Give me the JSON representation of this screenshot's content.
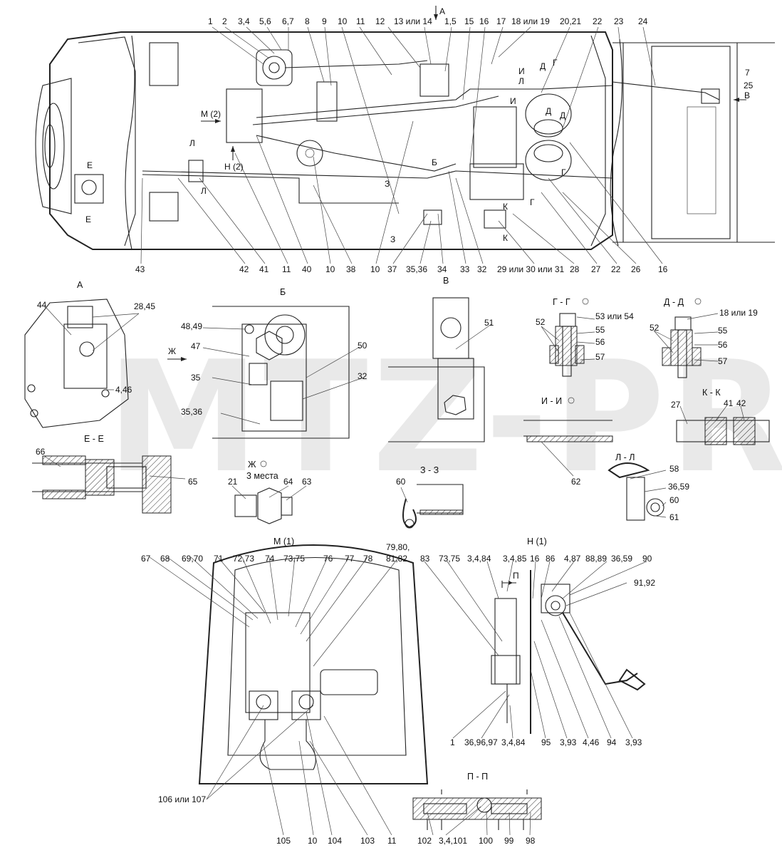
{
  "watermark": "MTZ-PRO",
  "main_view": {
    "top_labels": [
      "1",
      "2",
      "3,4",
      "5,6",
      "6,7",
      "8",
      "9",
      "10",
      "11",
      "12",
      "13 или 14",
      "1,5",
      "15",
      "16",
      "17",
      "18 или 19",
      "20,21",
      "22",
      "23",
      "24"
    ],
    "view_arrow_a": "А",
    "right_labels": [
      "7",
      "25",
      "В"
    ],
    "bottom_labels": [
      "43",
      "42",
      "41",
      "11",
      "40",
      "10",
      "38",
      "10",
      "37",
      "35,36",
      "34",
      "33",
      "32",
      "29 или 30 или 31",
      "28",
      "27",
      "22",
      "26",
      "16"
    ],
    "section_marks": [
      "Е",
      "Е",
      "Л",
      "Л",
      "З",
      "З",
      "Б",
      "К",
      "К",
      "Г",
      "Г",
      "Д",
      "Д",
      "И",
      "И",
      "Г",
      "Д",
      "Л"
    ],
    "ref_m": "М (2)",
    "ref_n": "Н (2)"
  },
  "views": {
    "a": {
      "title": "А",
      "labels": [
        "44",
        "28,45",
        "4,46"
      ]
    },
    "b": {
      "title": "Б",
      "labels": [
        "48,49",
        "Ж",
        "47",
        "50",
        "35",
        "32",
        "35,36"
      ]
    },
    "v": {
      "title": "В",
      "labels": [
        "51"
      ]
    },
    "gg": {
      "title": "Г - Г",
      "labels": [
        "53 или 54",
        "52",
        "55",
        "56",
        "57"
      ]
    },
    "dd": {
      "title": "Д - Д",
      "labels": [
        "18 или 19",
        "52",
        "55",
        "56",
        "57"
      ]
    },
    "ii": {
      "title": "И - И",
      "labels": [
        "62"
      ]
    },
    "kk": {
      "title": "К - К",
      "labels": [
        "27",
        "41",
        "42"
      ]
    },
    "ll": {
      "title": "Л - Л",
      "labels": [
        "58",
        "36,59",
        "60",
        "61"
      ]
    },
    "ee": {
      "title": "Е - Е",
      "labels": [
        "66",
        "65"
      ]
    },
    "zh": {
      "title": "Ж",
      "subtitle": "3 места",
      "labels": [
        "21",
        "64",
        "63"
      ]
    },
    "zz": {
      "title": "З - З",
      "labels": [
        "60"
      ]
    },
    "m1": {
      "title": "М (1)",
      "labels": [
        "67",
        "68",
        "69,70",
        "71",
        "72,73",
        "74",
        "73,75",
        "76",
        "77",
        "78",
        "79,80,",
        "81,82",
        "106 или 107",
        "105",
        "10",
        "104",
        "103",
        "11"
      ]
    },
    "n1": {
      "title": "Н (1)",
      "labels": [
        "83",
        "73,75",
        "3,4,84",
        "3,4,85",
        "16",
        "86",
        "4,87",
        "88,89",
        "36,59",
        "90",
        "91,92",
        "П",
        "1",
        "36,96,97",
        "3,4,84",
        "95",
        "3,93",
        "4,46",
        "94",
        "3,93"
      ]
    },
    "pp": {
      "title": "П - П",
      "labels": [
        "102",
        "3,4,101",
        "100",
        "99",
        "98"
      ]
    }
  }
}
